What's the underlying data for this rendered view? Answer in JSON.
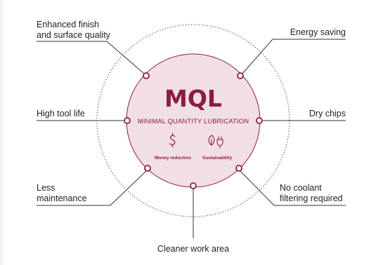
{
  "center": {
    "title": "MQL",
    "subtitle": "MINIMAL QUANTITY LUBRICATION",
    "money_label": "Money reduction",
    "money_icon": "dollar-icon",
    "sustainability_label": "Sustainability",
    "sustainability_icon": "leaf-plug-icon"
  },
  "labels": {
    "top_left_1": "Enhanced finish",
    "top_left_2": "and surface quality",
    "top_right": "Energy saving",
    "mid_left": "High tool life",
    "mid_right": "Dry chips",
    "bottom_left_1": "Less",
    "bottom_left_2": "maintenance",
    "bottom_right_1": "No coolant",
    "bottom_right_2": "filtering required",
    "bottom": "Cleaner work area"
  },
  "colors": {
    "accent": "#8c1d40",
    "circle_fill": "#f2dfe5",
    "line": "#333333"
  }
}
